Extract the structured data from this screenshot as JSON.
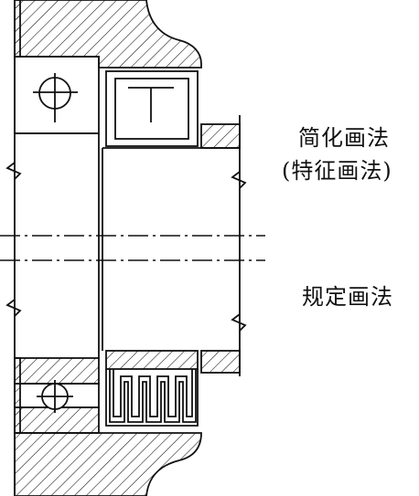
{
  "labels": {
    "simplified": "简化画法",
    "feature": "(特征画法)",
    "standard": "规定画法"
  },
  "colors": {
    "line": "#111111",
    "background": "#ffffff"
  }
}
